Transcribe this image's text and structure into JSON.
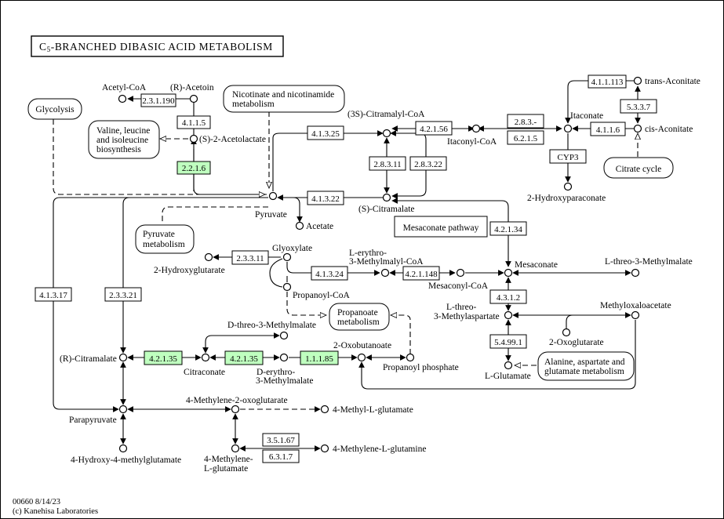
{
  "title": "C5-BRANCHED DIBASIC ACID METABOLISM",
  "title_prefix": "C",
  "title_sub": "5",
  "title_rest": "-BRANCHED DIBASIC ACID METABOLISM",
  "footer": {
    "code": "00660 8/14/23",
    "copyright": "(c) Kanehisa Laboratories"
  },
  "colors": {
    "enzyme_present": "#bfffbf",
    "enzyme_absent": "#ffffff",
    "line": "#000000"
  },
  "compounds": {
    "acetyl_coa": "Acetyl-CoA",
    "r_acetoin": "(R)-Acetoin",
    "s_acetolactate": "(S)-2-Acetolactate",
    "pyruvate": "Pyruvate",
    "acetate": "Acetate",
    "s_citramalyl_coa": "(3S)-Citramalyl-CoA",
    "s_citramalate": "(S)-Citramalate",
    "itaconyl_coa": "Itaconyl-CoA",
    "itaconate": "Itaconate",
    "trans_aconitate": "trans-Aconitate",
    "cis_aconitate": "cis-Aconitate",
    "hydroxyparaconate": "2-Hydroxyparaconate",
    "glyoxylate": "Glyoxylate",
    "hydroxyglutarate": "2-Hydroxyglutarate",
    "erythro_methylmalyl_coa_1": "L-erythro-",
    "erythro_methylmalyl_coa_2": "3-Methylmalyl-CoA",
    "mesaconyl_coa": "Mesaconyl-CoA",
    "mesaconate": "Mesaconate",
    "threo_methylmalate": "L-threo-3-Methylmalate",
    "propanoyl_coa": "Propanoyl-CoA",
    "threo_methylaspartate_1": "L-threo-",
    "threo_methylaspartate_2": "3-Methylaspartate",
    "methyloxaloacetate": "Methyloxaloacetate",
    "oxoglutarate": "2-Oxoglutarate",
    "glutamate": "L-Glutamate",
    "d_threo_methylmalate": "D-threo-3-Methylmalate",
    "r_citramalate": "(R)-Citramalate",
    "citraconate": "Citraconate",
    "d_erythro_methylmalate_1": "D-erythro-",
    "d_erythro_methylmalate_2": "3-Methylmalate",
    "oxobutanoate": "2-Oxobutanoate",
    "propanoyl_phosphate": "Propanoyl phosphate",
    "parapyruvate": "Parapyruvate",
    "methylene_oxoglutarate": "4-Methylene-2-oxoglutarate",
    "methyl_glutamate": "4-Methyl-L-glutamate",
    "hydroxy_methylglutamate": "4-Hydroxy-4-methylglutamate",
    "methylene_glutamate_1": "4-Methylene-",
    "methylene_glutamate_2": "L-glutamate",
    "methylene_glutamine": "4-Methylene-L-glutamine"
  },
  "maps": {
    "glycolysis": "Glycolysis",
    "valine_1": "Valine, leucine",
    "valine_2": "and isoleucine",
    "valine_3": "biosynthesis",
    "nicotinate_1": "Nicotinate and nicotinamide",
    "nicotinate_2": "metabolism",
    "pyruvate_1": "Pyruvate",
    "pyruvate_2": "metabolism",
    "citrate": "Citrate cycle",
    "mesaconate_pathway": "Mesaconate pathway",
    "propanoate_1": "Propanoate",
    "propanoate_2": "metabolism",
    "alanine_1": "Alanine, aspartate and",
    "alanine_2": "glutamate metabolism"
  },
  "enzymes": {
    "e_2_3_1_190": "2.3.1.190",
    "e_4_1_1_5": "4.1.1.5",
    "e_2_2_1_6": "2.2.1.6",
    "e_4_1_3_25": "4.1.3.25",
    "e_4_1_3_22": "4.1.3.22",
    "e_4_2_1_56": "4.2.1.56",
    "e_2_8_3_11": "2.8.3.11",
    "e_2_8_3_22": "2.8.3.22",
    "e_2_8_3_": "2.8.3.-",
    "e_6_2_1_5": "6.2.1.5",
    "e_4_1_1_113": "4.1.1.113",
    "e_5_3_3_7": "5.3.3.7",
    "e_4_1_1_6": "4.1.1.6",
    "e_cyp3": "CYP3",
    "e_4_2_1_34": "4.2.1.34",
    "e_2_3_3_11": "2.3.3.11",
    "e_4_1_3_24": "4.1.3.24",
    "e_4_2_1_148": "4.2.1.148",
    "e_4_3_1_2": "4.3.1.2",
    "e_5_4_99_1": "5.4.99.1",
    "e_4_1_3_17": "4.1.3.17",
    "e_2_3_3_21": "2.3.3.21",
    "e_4_2_1_35_a": "4.2.1.35",
    "e_4_2_1_35_b": "4.2.1.35",
    "e_1_1_1_85": "1.1.1.85",
    "e_3_5_1_67": "3.5.1.67",
    "e_6_3_1_7": "6.3.1.7"
  },
  "present_enzymes": [
    "2.2.1.6",
    "4.2.1.35",
    "1.1.1.85"
  ]
}
